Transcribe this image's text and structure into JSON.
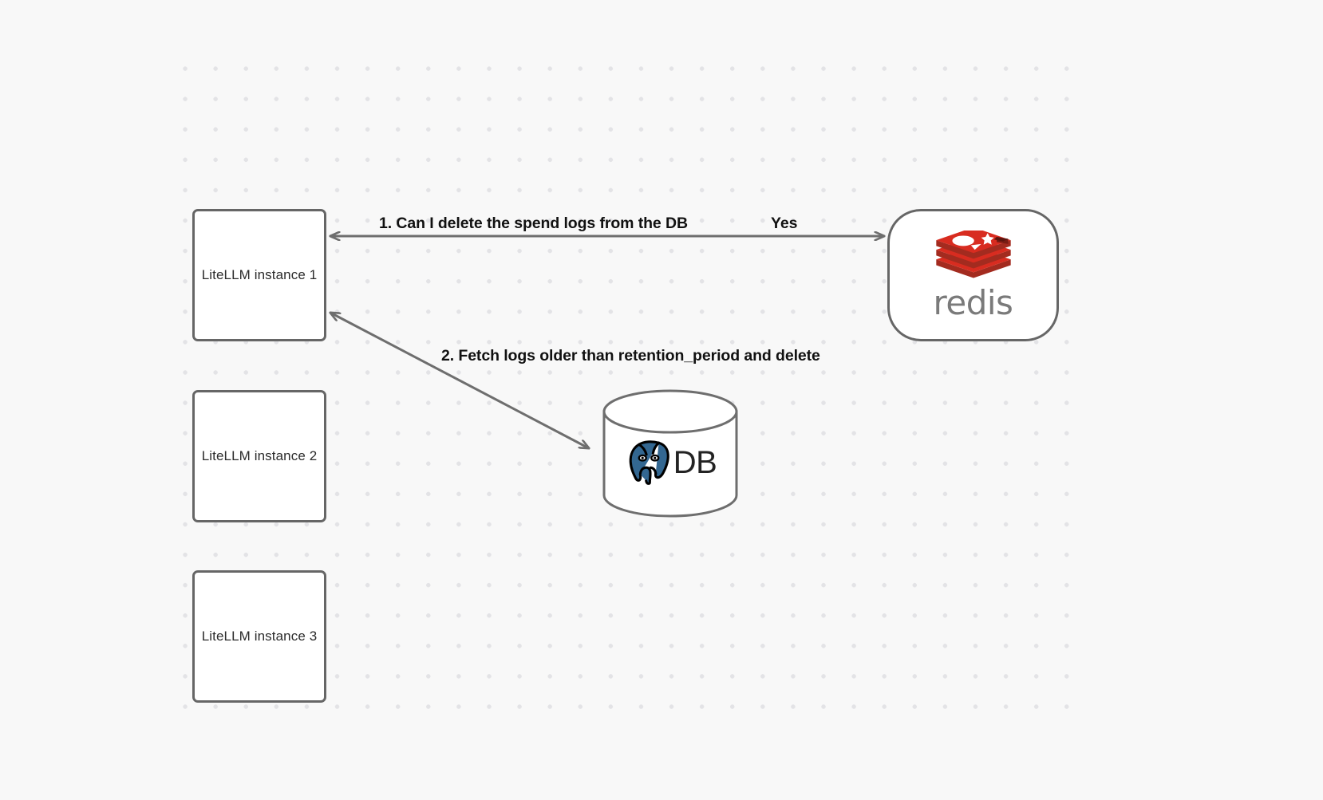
{
  "canvas": {
    "background_color": "#f8f8f8",
    "grid_dot_color": "#e3e3e6"
  },
  "nodes": [
    {
      "id": "litellm-1",
      "label": "LiteLLM instance 1",
      "shape": "rounded-rect"
    },
    {
      "id": "litellm-2",
      "label": "LiteLLM instance 2",
      "shape": "rounded-rect"
    },
    {
      "id": "litellm-3",
      "label": "LiteLLM instance 3",
      "shape": "rounded-rect"
    },
    {
      "id": "redis",
      "label": "redis",
      "shape": "stadium",
      "logo": "redis-logo",
      "logo_color": "#d82c20",
      "text_color": "#7a7a7a"
    },
    {
      "id": "db",
      "label": "DB",
      "shape": "cylinder",
      "logo": "postgresql-elephant-icon",
      "logo_color": "#336791"
    }
  ],
  "edges": [
    {
      "id": "edge-1",
      "from": "litellm-1",
      "to": "redis",
      "direction": "bidirectional",
      "label": "1.  Can I delete the spend logs from the DB",
      "reply_label": "Yes"
    },
    {
      "id": "edge-2",
      "from": "litellm-1",
      "to": "db",
      "direction": "bidirectional",
      "label": "2.  Fetch logs older than retention_period and delete"
    }
  ],
  "edge_style": {
    "stroke_color": "#6e6e6e",
    "stroke_width": 3
  }
}
